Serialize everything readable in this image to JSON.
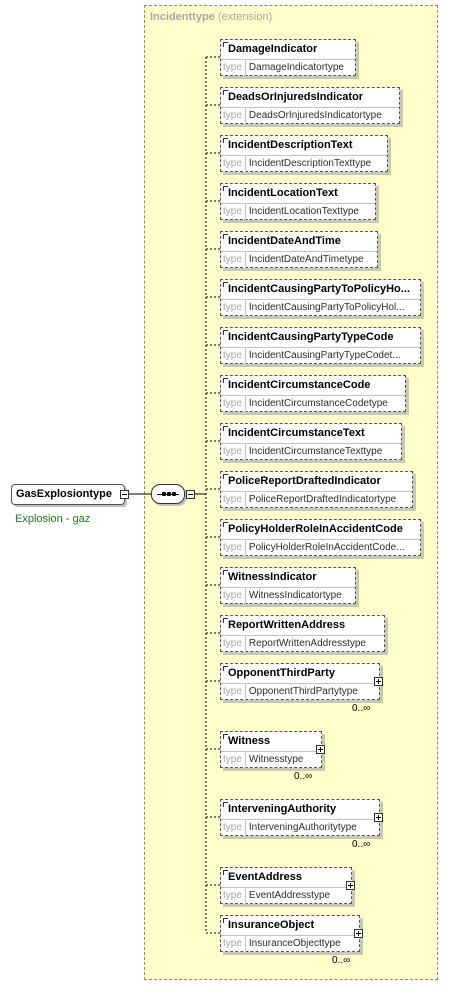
{
  "extension": {
    "title": "Incidenttype",
    "subtitle": "(extension)"
  },
  "root": {
    "name": "GasExplosiontype",
    "caption": "Explosion - gaz"
  },
  "type_keyword": "type",
  "elements": [
    {
      "name": "DamageIndicator",
      "type": "DamageIndicatortype",
      "expandable": false,
      "multiplicity": ""
    },
    {
      "name": "DeadsOrInjuredsIndicator",
      "type": "DeadsOrInjuredsIndicatortype",
      "expandable": false,
      "multiplicity": ""
    },
    {
      "name": "IncidentDescriptionText",
      "type": "IncidentDescriptionTexttype",
      "expandable": false,
      "multiplicity": ""
    },
    {
      "name": "IncidentLocationText",
      "type": "IncidentLocationTexttype",
      "expandable": false,
      "multiplicity": ""
    },
    {
      "name": "IncidentDateAndTime",
      "type": "IncidentDateAndTimetype",
      "expandable": false,
      "multiplicity": ""
    },
    {
      "name": "IncidentCausingPartyToPolicyHo...",
      "type": "IncidentCausingPartyToPolicyHol...",
      "expandable": false,
      "multiplicity": ""
    },
    {
      "name": "IncidentCausingPartyTypeCode",
      "type": "IncidentCausingPartyTypeCodet...",
      "expandable": false,
      "multiplicity": ""
    },
    {
      "name": "IncidentCircumstanceCode",
      "type": "IncidentCircumstanceCodetype",
      "expandable": false,
      "multiplicity": ""
    },
    {
      "name": "IncidentCircumstanceText",
      "type": "IncidentCircumstanceTexttype",
      "expandable": false,
      "multiplicity": ""
    },
    {
      "name": "PoliceReportDraftedIndicator",
      "type": "PoliceReportDraftedIndicatortype",
      "expandable": false,
      "multiplicity": ""
    },
    {
      "name": "PolicyHolderRoleInAccidentCode",
      "type": "PolicyHolderRoleInAccidentCode...",
      "expandable": false,
      "multiplicity": ""
    },
    {
      "name": "WitnessIndicator",
      "type": "WitnessIndicatortype",
      "expandable": false,
      "multiplicity": ""
    },
    {
      "name": "ReportWrittenAddress",
      "type": "ReportWrittenAddresstype",
      "expandable": false,
      "multiplicity": ""
    },
    {
      "name": "OpponentThirdParty",
      "type": "OpponentThirdPartytype",
      "expandable": true,
      "multiplicity": "0..∞"
    },
    {
      "name": "Witness",
      "type": "Witnesstype",
      "expandable": true,
      "multiplicity": "0..∞"
    },
    {
      "name": "InterveningAuthority",
      "type": "InterveningAuthoritytype",
      "expandable": true,
      "multiplicity": "0..∞"
    },
    {
      "name": "EventAddress",
      "type": "EventAddresstype",
      "expandable": true,
      "multiplicity": ""
    },
    {
      "name": "InsuranceObject",
      "type": "InsuranceObjecttype",
      "expandable": true,
      "multiplicity": "0..∞"
    }
  ],
  "colors": {
    "extension_fill": "#ffffcc",
    "caption_green": "#1f7d1f"
  }
}
